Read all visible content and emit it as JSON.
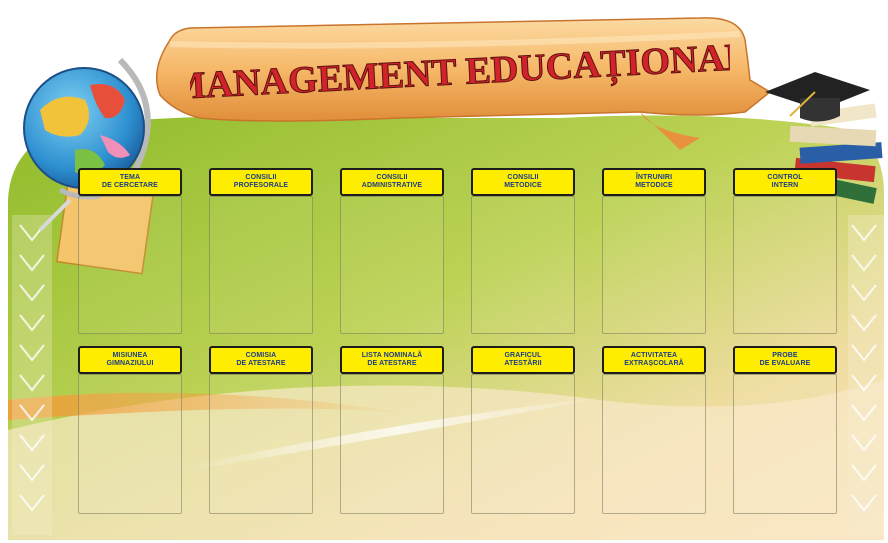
{
  "banner": {
    "title": "MANAGEMENT EDUCAȚIONAL",
    "title_fill": "#d2232a",
    "ribbon_fill": "#f7c27a"
  },
  "colors": {
    "background_green": "#a4c73a",
    "background_cream": "#f9e6c4",
    "header_fill": "#ffed00",
    "header_text": "#1b3c8c"
  },
  "rows": [
    {
      "headers": [
        {
          "label": "TEMA\nDE CERCETARE"
        },
        {
          "label": "CONSILII\nPROFESORALE"
        },
        {
          "label": "CONSILII\nADMINISTRATIVE"
        },
        {
          "label": "CONSILII\nMETODICE"
        },
        {
          "label": "ÎNTRUNIRI\nMETODICE"
        },
        {
          "label": "CONTROL\nINTERN"
        }
      ]
    },
    {
      "headers": [
        {
          "label": "MISIUNEA\nGIMNAZIULUI"
        },
        {
          "label": "COMISIA\nDE ATESTARE"
        },
        {
          "label": "LISTA NOMINALĂ\nDE ATESTARE"
        },
        {
          "label": "GRAFICUL\nATESTĂRII"
        },
        {
          "label": "ACTIVITATEA\nEXTRAȘCOLARĂ"
        },
        {
          "label": "PROBE\nDE EVALUARE"
        }
      ]
    }
  ],
  "decorations": [
    "globe-icon",
    "graduation-cap-books-icon",
    "folk-ornament-border"
  ]
}
